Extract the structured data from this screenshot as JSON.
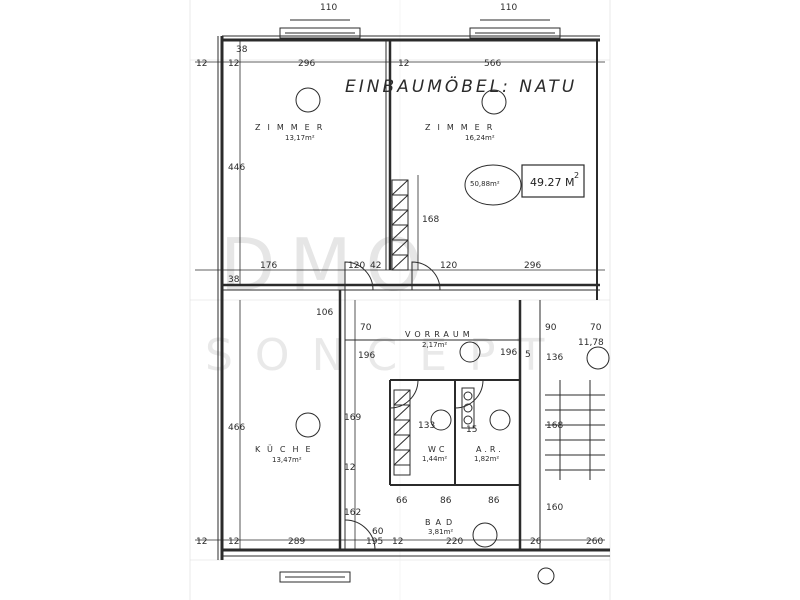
{
  "header": {
    "title": "EINBAUMÖBEL: NATU"
  },
  "area_box": {
    "value": "49.27 M",
    "superscript": "2",
    "scribble": "50,88m²"
  },
  "rooms": {
    "zimmer1": {
      "name": "ZIMMER",
      "area": "13,17m²"
    },
    "zimmer2": {
      "name": "ZIMMER",
      "area": "16,24m²"
    },
    "vorraum": {
      "name": "VORRAUM",
      "area": "2,17m²"
    },
    "kueche": {
      "name": "KÜCHE",
      "area": "13,47m²"
    },
    "wc": {
      "name": "WC",
      "area": "1,44m²"
    },
    "ar": {
      "name": "A.R.",
      "area": "1,82m²"
    },
    "bad": {
      "name": "BAD",
      "area": "3,81m²"
    }
  },
  "dimensions": {
    "top_left_12a": "12",
    "top_left_12b": "12",
    "top_296": "296",
    "top_12": "12",
    "top_566": "566",
    "top_110a": "110",
    "top_110b": "110",
    "top_38": "38",
    "left_446": "446",
    "left_38": "38",
    "mid_176": "176",
    "mid_120": "120",
    "mid_42": "42",
    "mid_120b": "120",
    "mid_296": "296",
    "stair_168": "168",
    "left_466": "466",
    "v_106": "106",
    "v_196": "196",
    "h_70": "70",
    "h_90": "90",
    "h_70b": "70",
    "h_1178": "11,78",
    "h_196": "196",
    "v_136": "136",
    "v_5": "5",
    "v_169": "169",
    "v_12": "12",
    "v_162": "162",
    "v_133": "133",
    "v_15": "15",
    "v_168b": "168",
    "v_160": "160",
    "b_66": "66",
    "b_86": "86",
    "b_86b": "86",
    "b_60": "60",
    "b_195": "195",
    "b_12": "12",
    "bot_12a": "12",
    "bot_12b": "12",
    "bot_289": "289",
    "bot_220": "220",
    "bot_26": "26",
    "bot_260": "260"
  },
  "watermark": {
    "line1": "DMO",
    "line2": "SONCEPT"
  },
  "colors": {
    "ink": "#2b2b2b",
    "paper": "#ffffff",
    "grid": "#d8d8d8",
    "watermark": "#e6e6e6"
  }
}
